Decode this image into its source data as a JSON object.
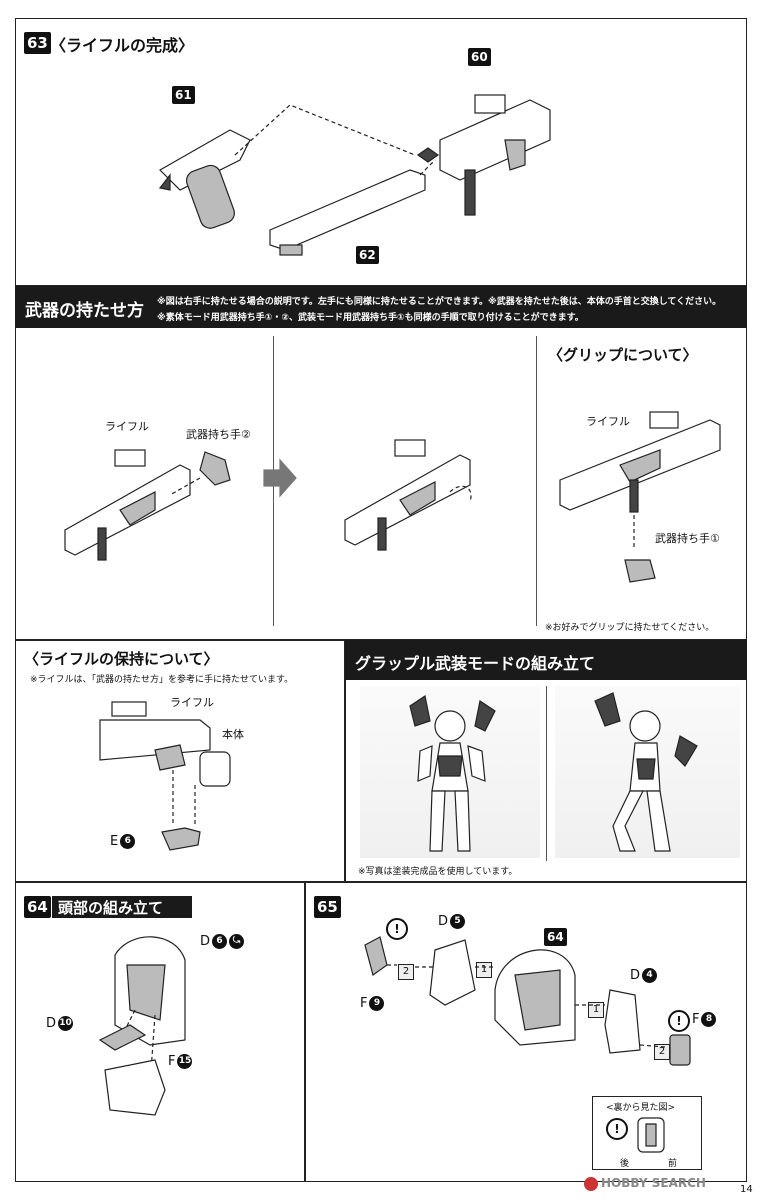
{
  "step63": {
    "number": "63",
    "title": "〈ライフルの完成〉",
    "parts": [
      "61",
      "60",
      "62"
    ]
  },
  "hold_section": {
    "title": "武器の持たせ方",
    "note1": "※図は右手に持たせる場合の説明です。左手にも同様に持たせることができます。※武器を持たせた後は、本体の手首と交換してください。",
    "note2": "※素体モード用武器持ち手①・②、武装モード用武器持ち手①も同様の手順で取り付けることができます。",
    "label_rifle": "ライフル",
    "label_hand2": "武器持ち手②",
    "grip": {
      "title": "〈グリップについて〉",
      "label_rifle": "ライフル",
      "label_hand1": "武器持ち手①",
      "note": "※お好みでグリップに持たせてください。"
    }
  },
  "rifle_hold": {
    "title": "〈ライフルの保持について〉",
    "note": "※ライフルは、「武器の持たせ方」を参考に手に持たせています。",
    "label_rifle": "ライフル",
    "label_body": "本体",
    "part_letter": "E",
    "part_num": "6"
  },
  "grapple": {
    "title": "グラップル武装モードの組み立て",
    "note": "※写真は塗装完成品を使用しています。"
  },
  "step64": {
    "number": "64",
    "title": "頭部の組み立て",
    "parts": [
      {
        "letter": "D",
        "num": "6"
      },
      {
        "letter": "D",
        "num": "10"
      },
      {
        "letter": "F",
        "num": "15"
      }
    ]
  },
  "step65": {
    "number": "65",
    "part64": "64",
    "parts": [
      {
        "letter": "D",
        "num": "5"
      },
      {
        "letter": "F",
        "num": "9"
      },
      {
        "letter": "D",
        "num": "4"
      },
      {
        "letter": "F",
        "num": "8"
      }
    ],
    "seq": [
      "2",
      "1",
      "1",
      "2"
    ],
    "warn_symbol": "!",
    "back_view": {
      "title": "<裏から見た図>",
      "label_back": "後",
      "label_front": "前"
    }
  },
  "footer": {
    "watermark": "HOBBY SEARCH",
    "page": "14"
  }
}
